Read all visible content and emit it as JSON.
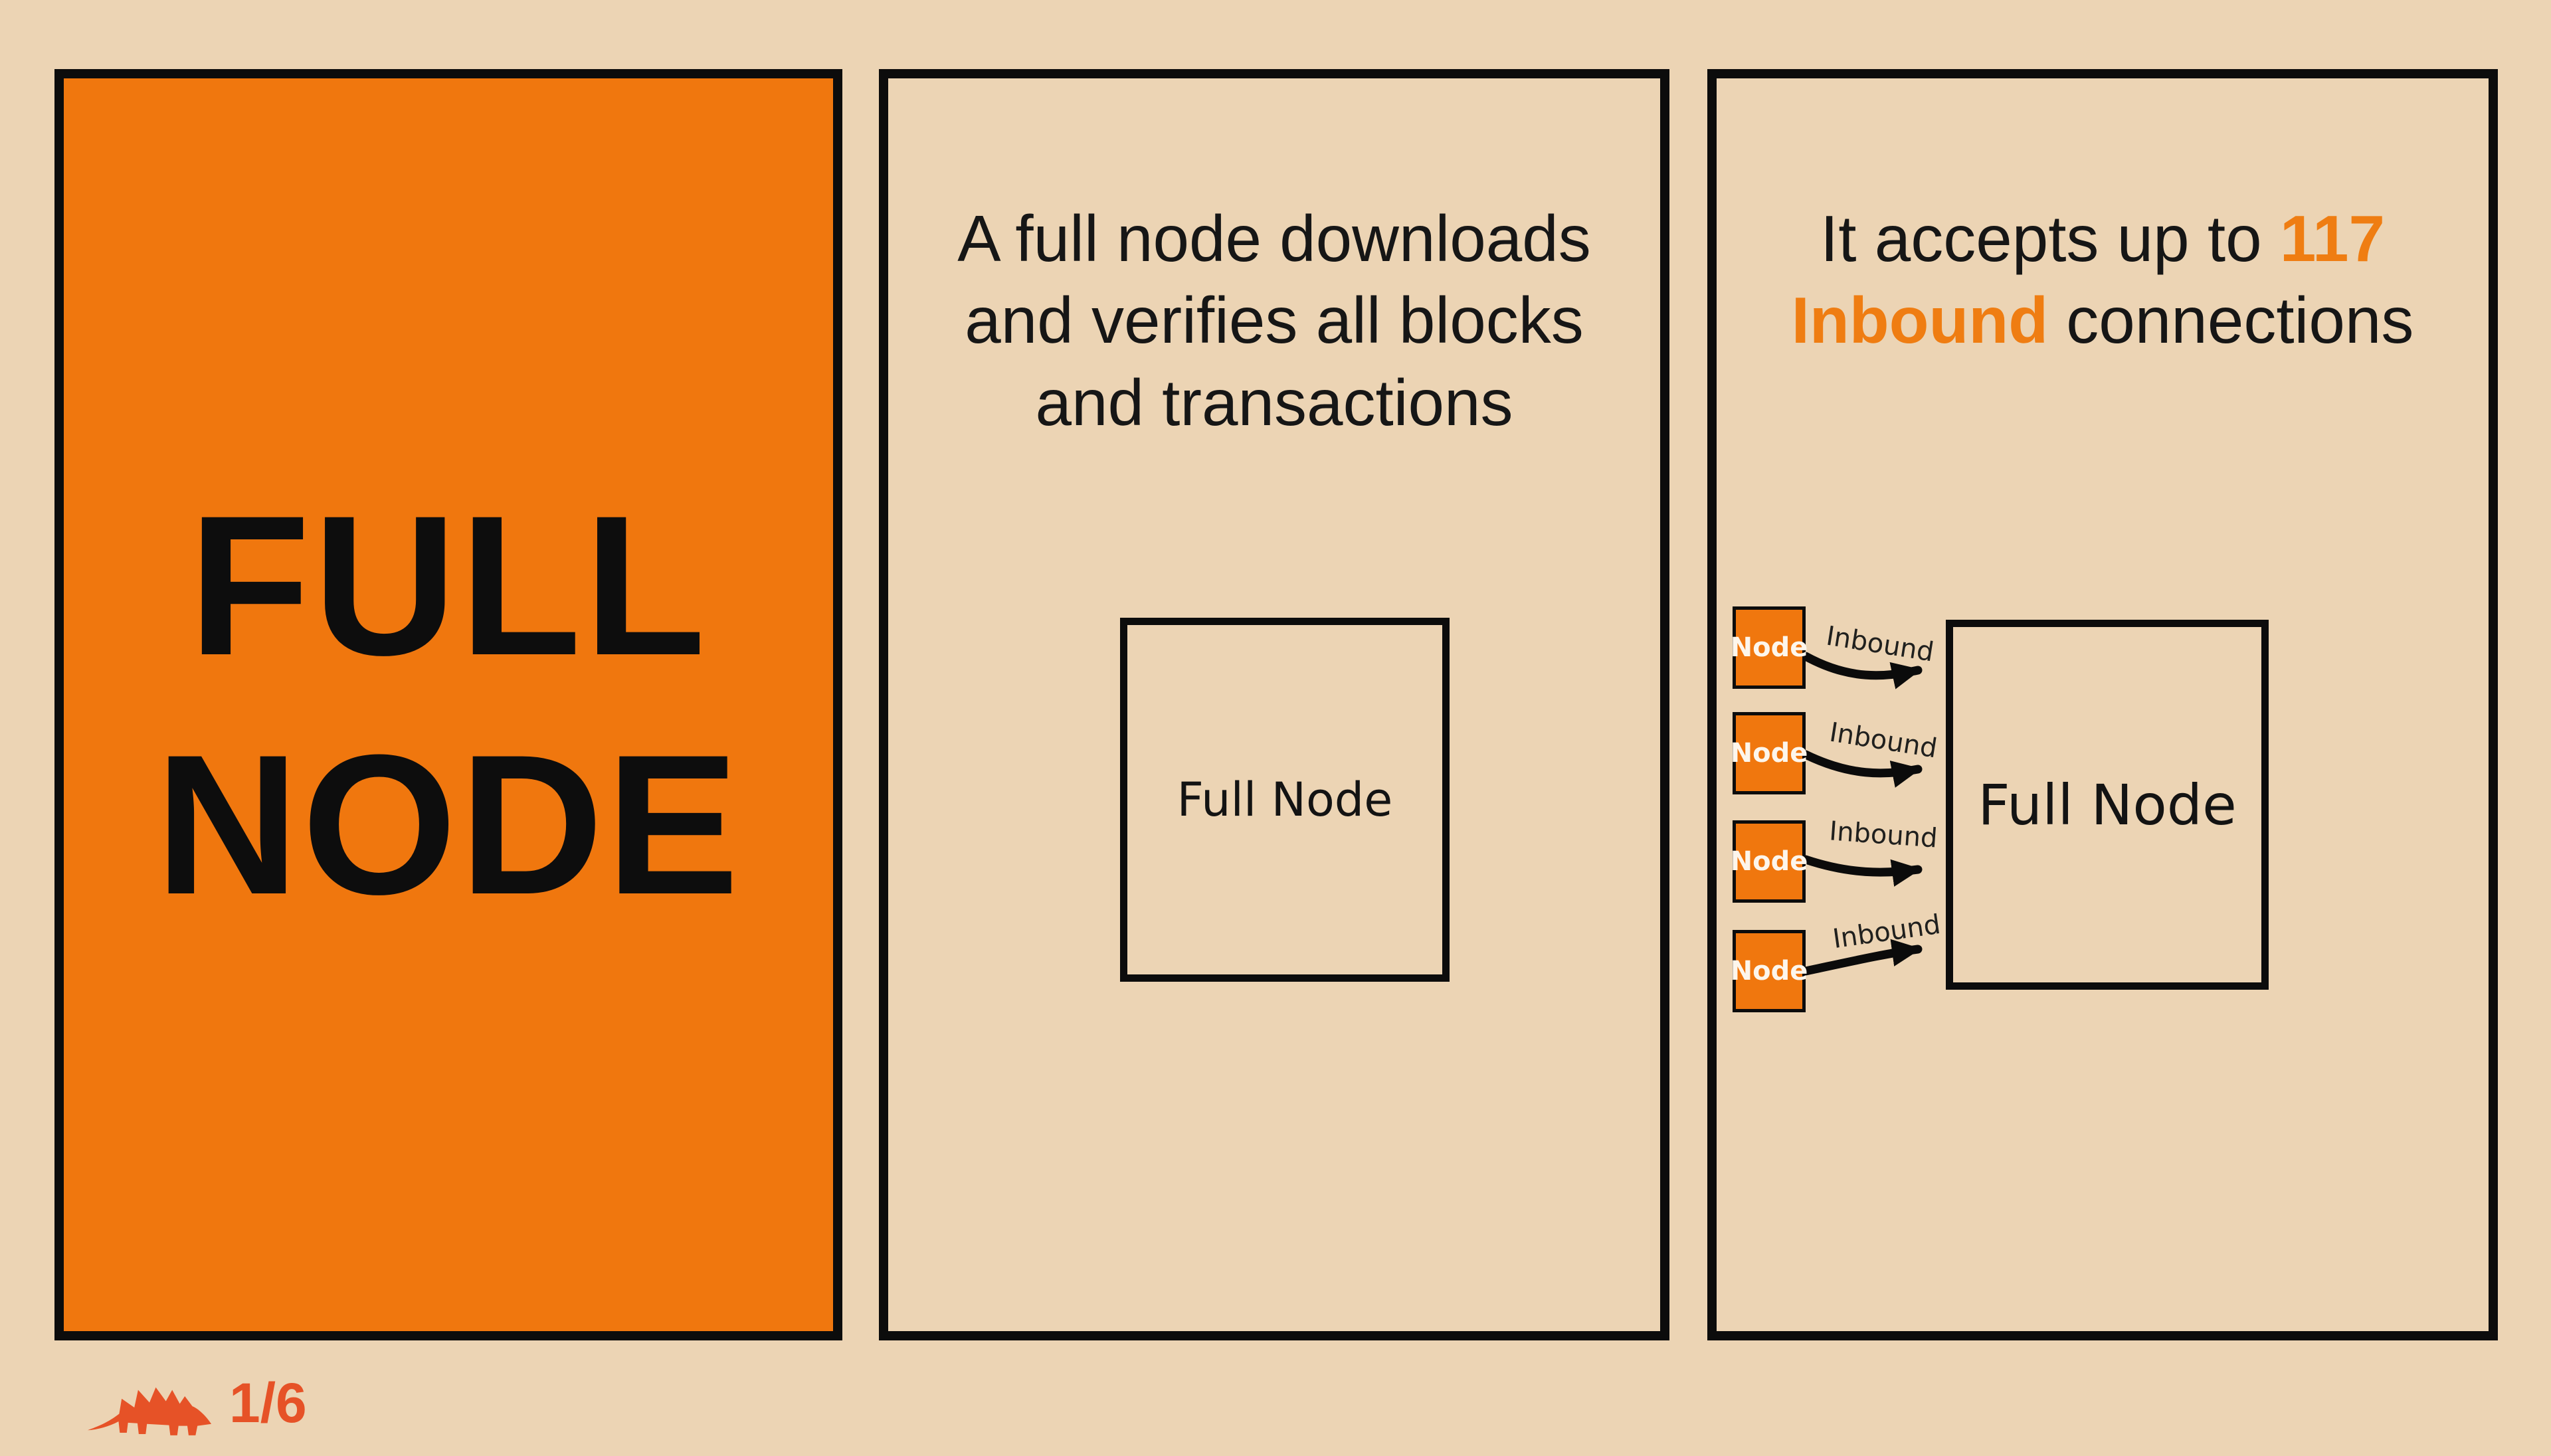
{
  "page": {
    "background_color": "#ecd4b4",
    "panel_orange": "#f0770e",
    "highlight_orange": "#ef7d12",
    "logo_color": "#e65227",
    "text_color": "#141414"
  },
  "title_panel": {
    "line1": "FULL",
    "line2": "NODE"
  },
  "definition_panel": {
    "line1": "A full node downloads",
    "line2": "and verifies all blocks",
    "line3": "and transactions",
    "box_label": "Full Node"
  },
  "connections_panel": {
    "heading": {
      "prefix": "It accepts up to ",
      "count": "117",
      "highlight": "Inbound",
      "suffix": " connections"
    },
    "full_node_label": "Full Node",
    "nodes": [
      {
        "label": "Node"
      },
      {
        "label": "Node"
      },
      {
        "label": "Node"
      },
      {
        "label": "Node"
      }
    ],
    "arrows": [
      {
        "label": "Inbound"
      },
      {
        "label": "Inbound"
      },
      {
        "label": "Inbound"
      },
      {
        "label": "Inbound"
      }
    ]
  },
  "footer": {
    "page_indicator": "1/6",
    "logo": "pangolin-logo"
  }
}
